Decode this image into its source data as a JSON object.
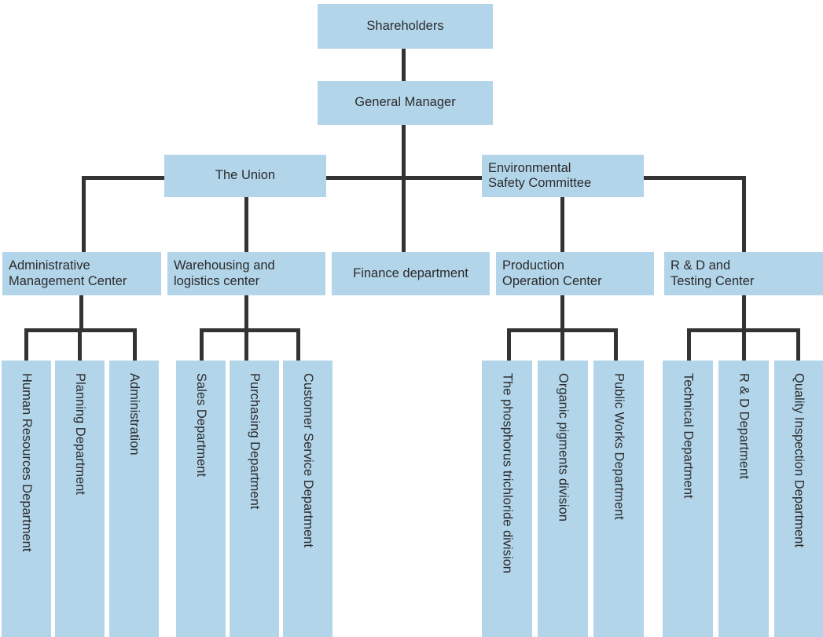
{
  "diagram": {
    "title": "Company Organizational Structure Chart",
    "box_fill_color": "#b3d5ea",
    "line_color": "#333333",
    "text_color": "#2b2b2b",
    "background_color": "#ffffff"
  },
  "nodes": {
    "shareholders": "Shareholders",
    "general_manager": "General Manager",
    "the_union": "The Union",
    "environmental_safety_committee": "Environmental\nSafety Committee",
    "administrative_management_center": "Administrative\nManagement Center",
    "warehousing_logistics_center": "Warehousing and\nlogistics center",
    "finance_department": "Finance department",
    "production_operation_center": "Production\nOperation Center",
    "rd_testing_center": "R & D and\nTesting Center",
    "human_resources_department": "Human Resources Department",
    "planning_department": "Planning Department",
    "administration": "Administration",
    "sales_department": "Sales Department",
    "purchasing_department": "Purchasing Department",
    "customer_service_department": "Customer Service Department",
    "phosphorus_trichloride_division": "The phosphorus trichloride division",
    "organic_pigments_division": "Organic pigments division",
    "public_works_department": "Public Works Department",
    "technical_department": "Technical Department",
    "rd_department": "R & D Department",
    "quality_inspection_department": "Quality Inspection Department"
  }
}
